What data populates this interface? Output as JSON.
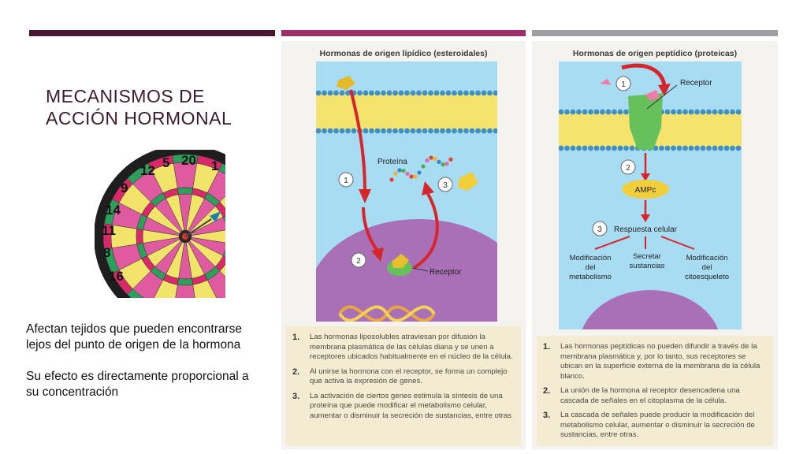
{
  "slide": {
    "title_line1": "MECANISMOS DE",
    "title_line2": "ACCIÓN HORMONAL",
    "paragraph1": "Afectan tejidos que pueden encontrarse lejos del punto de origen de la hormona",
    "paragraph2": "Su efecto es directamente proporcional a su concentración"
  },
  "dartboard": {
    "numbers": [
      "12",
      "5",
      "20",
      "1",
      "9",
      "14",
      "11",
      "8",
      "16"
    ]
  },
  "left_panel": {
    "heading": "Hormonas de origen lipídico (esteroidales)",
    "labels": {
      "proteina": "Proteína",
      "receptor": "Receptor"
    },
    "step_markers": [
      "1",
      "2",
      "3"
    ],
    "steps": [
      {
        "num": "1.",
        "text": "Las hormonas liposolubles atraviesan por difusión la membrana plasmática de las células diana y se unen a receptores ubicados habitualmente en el núcleo de la célula."
      },
      {
        "num": "2.",
        "text": "Al unirse la hormona con el receptor, se forma un complejo que activa la expresión de genes."
      },
      {
        "num": "3.",
        "text": "La activación de ciertos genes estimula la síntesis de una proteína que puede modificar el metabolismo celular, aumentar o disminuir la secreción de sustancias, entre otras"
      }
    ]
  },
  "right_panel": {
    "heading": "Hormonas de origen peptídico (proteicas)",
    "labels": {
      "receptor": "Receptor",
      "ampc": "AMPc",
      "respuesta": "Respuesta celular",
      "mod_metab_1": "Modificación",
      "mod_metab_2": "del",
      "mod_metab_3": "metabolismo",
      "secretar_1": "Secretar",
      "secretar_2": "sustancias",
      "mod_cito_1": "Modificación",
      "mod_cito_2": "del",
      "mod_cito_3": "citoesqueleto"
    },
    "step_markers": [
      "1",
      "2",
      "3"
    ],
    "steps": [
      {
        "num": "1.",
        "text": "Las hormonas peptídicas no pueden difundir a través de la membrana plasmática y, por lo tanto, sus receptores se ubican en la superficie externa de la membrana de la célula blanco."
      },
      {
        "num": "2.",
        "text": "La unión de la hormona al receptor desencadena una cascada de señales en el citoplasma de la célula."
      },
      {
        "num": "3.",
        "text": "La cascada de señales puede producir la modificación del metabolismo celular, aumentar o disminuir la secreción de sustancias, entre otras."
      }
    ]
  },
  "colors": {
    "bar_dark": "#4a1630",
    "bar_magenta": "#9b2f66",
    "bar_gray": "#9ea0a3",
    "title": "#3d1a2d",
    "arrow_red": "#d7262b",
    "cytoplasm_blue": "#a8dcf2",
    "nucleus_purple": "#a970b8",
    "receptor_green": "#66c05c",
    "ampc_yellow": "#f2cf3a"
  }
}
